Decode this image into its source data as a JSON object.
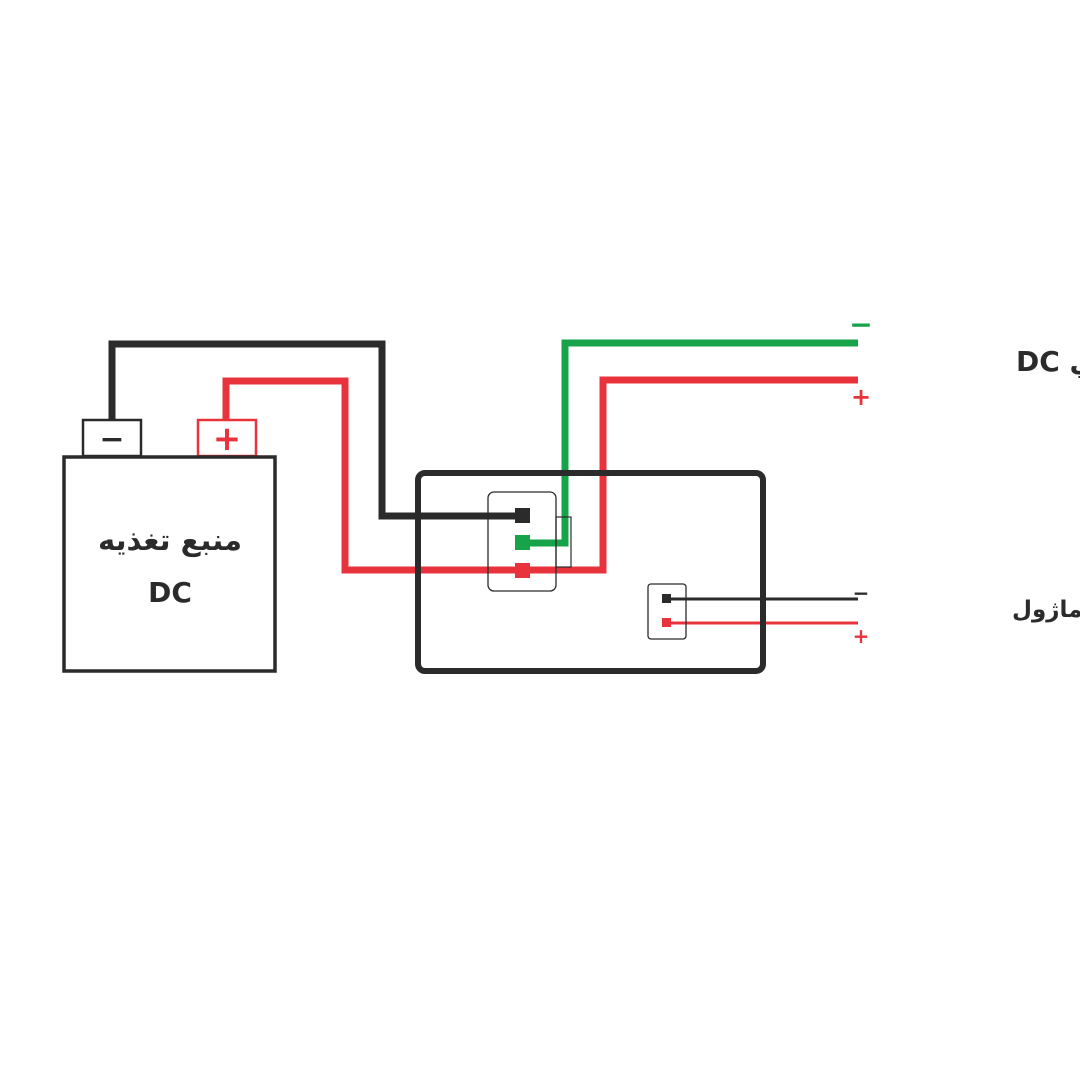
{
  "source": {
    "label_line1": "منبع تغذیه",
    "label_line2": "DC",
    "terminal_negative": "−",
    "terminal_positive": "+"
  },
  "output": {
    "label": "خروجي DC",
    "negative_sign": "−",
    "positive_sign": "+"
  },
  "module_power": {
    "label": "تغذیه ماژول",
    "negative_sign": "−",
    "positive_sign": "+"
  },
  "colors": {
    "negative_wire": "#2b2b2b",
    "positive_wire": "#e8333c",
    "output_negative_wire": "#16a34a"
  }
}
